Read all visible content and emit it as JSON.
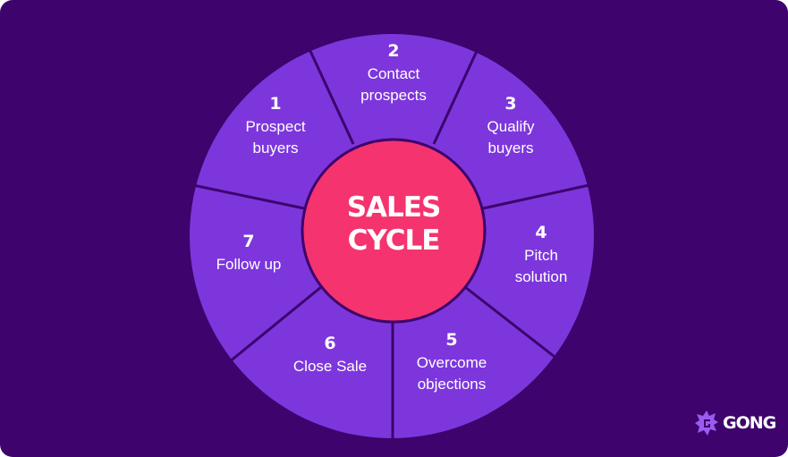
{
  "diagram": {
    "type": "cycle-wheel",
    "center_title_line1": "SALES",
    "center_title_line2": "CYCLE",
    "steps": [
      {
        "number": "1",
        "label_line1": "Prospect",
        "label_line2": "buyers"
      },
      {
        "number": "2",
        "label_line1": "Contact",
        "label_line2": "prospects"
      },
      {
        "number": "3",
        "label_line1": "Qualify",
        "label_line2": "buyers"
      },
      {
        "number": "4",
        "label_line1": "Pitch",
        "label_line2": "solution"
      },
      {
        "number": "5",
        "label_line1": "Overcome",
        "label_line2": "objections"
      },
      {
        "number": "6",
        "label_line1": "Close Sale",
        "label_line2": ""
      },
      {
        "number": "7",
        "label_line1": "Follow up",
        "label_line2": ""
      }
    ]
  },
  "brand": {
    "name": "GONG"
  },
  "colors": {
    "background": "#3e036c",
    "wheel": "#7d36dc",
    "divider": "#3e036c",
    "center": "#f4336f",
    "logo_icon": "#9a5cf0",
    "text": "#ffffff"
  }
}
